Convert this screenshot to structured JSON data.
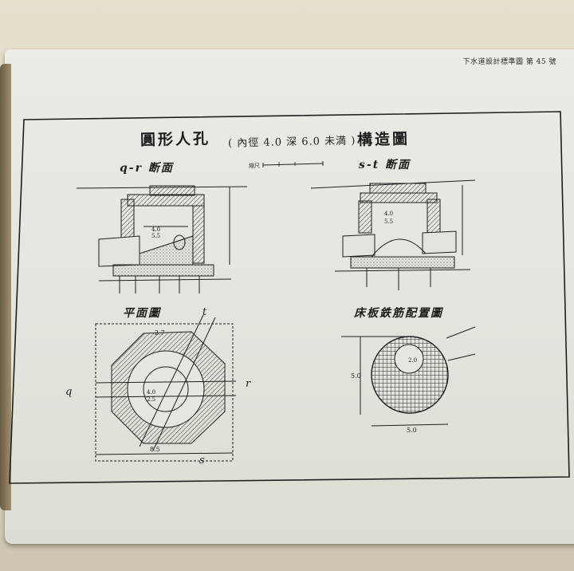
{
  "document": {
    "page_number": "下水道設計標準圖 第 45 號",
    "title": "圓形人孔",
    "subtitle": "( 內徑 4.0 深 6.0 未満 )",
    "title_suffix": "構造圖",
    "scale_label": "縮尺",
    "section_a_label": "q-r 断面",
    "section_b_label": "s-t 断面",
    "plan_label": "平面圖",
    "rebar_label": "床板鉄筋配置圖",
    "axis_letters": {
      "q": "q",
      "r": "r",
      "s": "s",
      "t": "t"
    }
  },
  "colors": {
    "ink": "#1f1f1f",
    "paper": "#e8e7e1",
    "hatch": "#3a3a3a"
  }
}
